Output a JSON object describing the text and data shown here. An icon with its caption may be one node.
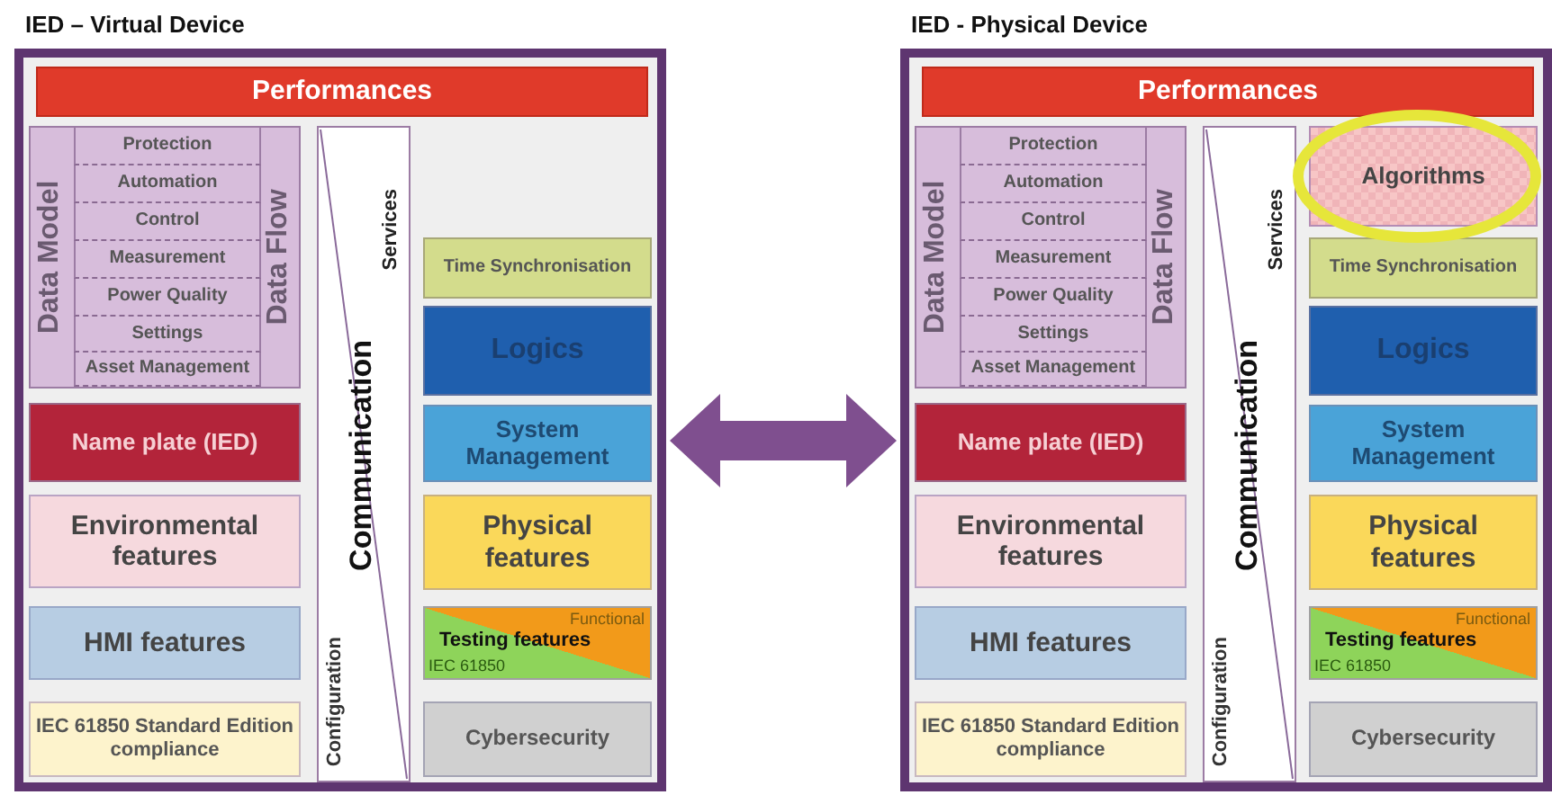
{
  "diagram": {
    "nodes": [
      {
        "text": [
          "IED – Virtual Device"
        ]
      },
      {
        "text": [
          "Performances"
        ],
        "in": 0
      },
      {
        "text": [
          "Data Model",
          "Data Flow"
        ],
        "in": 0
      },
      {
        "text": [
          "Protection"
        ],
        "in": 2
      },
      {
        "text": [
          "Automation"
        ],
        "in": 2
      },
      {
        "text": [
          "Control"
        ],
        "in": 2
      },
      {
        "text": [
          "Measurement"
        ],
        "in": 2
      },
      {
        "text": [
          "Power Quality"
        ],
        "in": 2
      },
      {
        "text": [
          "Settings"
        ],
        "in": 2
      },
      {
        "text": [
          "Asset Management"
        ],
        "in": 2
      },
      {
        "text": [
          "Name plate (IED)"
        ],
        "in": 0
      },
      {
        "text": [
          "Environmental features"
        ],
        "in": 0
      },
      {
        "text": [
          "HMI features"
        ],
        "in": 0
      },
      {
        "text": [
          "IEC 61850 Standard Edition compliance"
        ],
        "in": 0
      },
      {
        "text": [
          "Services",
          "Communication",
          "Configuration"
        ],
        "in": 0
      },
      {
        "text": [
          "Time Synchronisation"
        ],
        "in": 0
      },
      {
        "text": [
          "Logics"
        ],
        "in": 0
      },
      {
        "text": [
          "System Management"
        ],
        "in": 0
      },
      {
        "text": [
          "Physical features"
        ],
        "in": 0
      },
      {
        "text": [
          "Functional",
          "Testing features",
          "IEC 61850"
        ],
        "in": 0
      },
      {
        "text": [
          "Cybersecurity"
        ],
        "in": 0
      },
      {
        "text": [
          "IED - Physical Device"
        ]
      },
      {
        "text": [
          "Performances"
        ],
        "in": 21
      },
      {
        "text": [
          "Data Model",
          "Data Flow"
        ],
        "in": 21
      },
      {
        "text": [
          "Protection"
        ],
        "in": 23
      },
      {
        "text": [
          "Automation"
        ],
        "in": 23
      },
      {
        "text": [
          "Control"
        ],
        "in": 23
      },
      {
        "text": [
          "Measurement"
        ],
        "in": 23
      },
      {
        "text": [
          "Power Quality"
        ],
        "in": 23
      },
      {
        "text": [
          "Settings"
        ],
        "in": 23
      },
      {
        "text": [
          "Asset Management"
        ],
        "in": 23
      },
      {
        "text": [
          "Name plate (IED)"
        ],
        "in": 21
      },
      {
        "text": [
          "Environmental features"
        ],
        "in": 21
      },
      {
        "text": [
          "HMI features"
        ],
        "in": 21
      },
      {
        "text": [
          "IEC 61850 Standard Edition compliance"
        ],
        "in": 21
      },
      {
        "text": [
          "Services",
          "Communication",
          "Configuration"
        ],
        "in": 21
      },
      {
        "text": [
          "Algorithms"
        ],
        "in": 21
      },
      {
        "text": [
          "Time Synchronisation"
        ],
        "in": 21
      },
      {
        "text": [
          "Logics"
        ],
        "in": 21
      },
      {
        "text": [
          "System Management"
        ],
        "in": 21
      },
      {
        "text": [
          "Physical features"
        ],
        "in": 21
      },
      {
        "text": [
          "Functional",
          "Testing features",
          "IEC 61850"
        ],
        "in": 21
      },
      {
        "text": [
          "Cybersecurity"
        ],
        "in": 21
      }
    ],
    "edges": [
      {
        "from": 0,
        "to": 21,
        "arrow": "both"
      }
    ]
  }
}
